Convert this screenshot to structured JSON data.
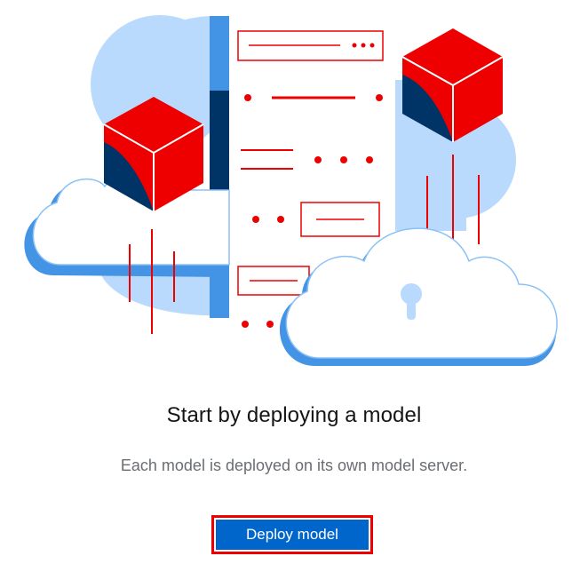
{
  "empty_state": {
    "title": "Start by deploying a model",
    "body": "Each model is deployed on its own model server.",
    "primary_action_label": "Deploy model"
  },
  "illustration": {
    "name": "cloud-model-servers-illustration",
    "colors": {
      "red": "#ee0000",
      "navy": "#003366",
      "light_blue": "#b9dafc",
      "mid_blue": "#4394e5",
      "cloud_outline": "#8bc1f7"
    }
  },
  "colors": {
    "button_background": "#0066cc",
    "button_focus_outline": "#ee0000",
    "title_text": "#151515",
    "body_text": "#6a6e73"
  }
}
